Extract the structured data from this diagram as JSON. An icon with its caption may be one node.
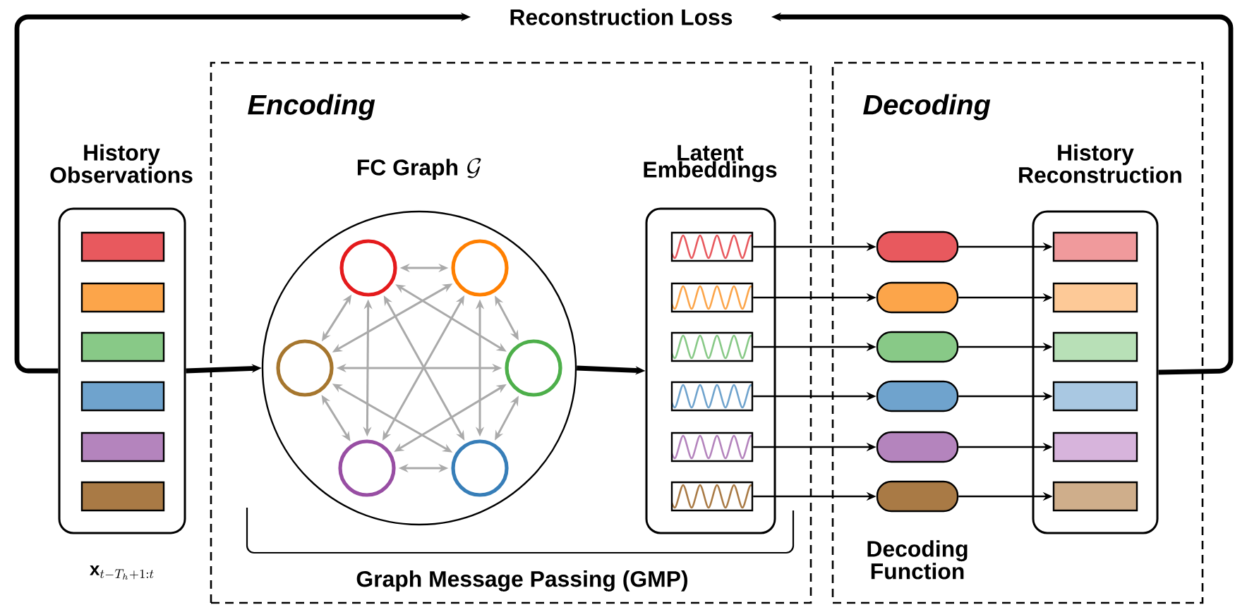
{
  "diagram": {
    "nodes": [
      {
        "text": [
          "Reconstruction Loss"
        ]
      },
      {
        "text": [
          "Encoding"
        ]
      },
      {
        "text": [
          "Decoding"
        ]
      },
      {
        "text": [
          "History Observations"
        ],
        "beside": [
          "\\mathbf{x}_{t-T_h+1:t}"
        ]
      },
      {
        "text": [],
        "shape": "box",
        "in": 3
      },
      {
        "text": [],
        "shape": "box",
        "in": 3
      },
      {
        "text": [],
        "shape": "box",
        "in": 3
      },
      {
        "text": [],
        "shape": "box",
        "in": 3
      },
      {
        "text": [],
        "shape": "box",
        "in": 3
      },
      {
        "text": [],
        "shape": "box",
        "in": 3
      },
      {
        "text": [
          "FC Graph"
        ],
        "beside": [
          "\\mathcal{G}"
        ],
        "in": 1
      },
      {
        "text": [],
        "shape": "circle",
        "in": 10
      },
      {
        "text": [],
        "shape": "circle",
        "in": 10
      },
      {
        "text": [],
        "shape": "circle",
        "in": 10
      },
      {
        "text": [],
        "shape": "circle",
        "in": 10
      },
      {
        "text": [],
        "shape": "circle",
        "in": 10
      },
      {
        "text": [],
        "shape": "circle",
        "in": 10
      },
      {
        "text": [
          "Latent Embeddings"
        ],
        "in": 1
      },
      {
        "text": [],
        "shape": "box",
        "in": 17
      },
      {
        "text": [],
        "shape": "box",
        "in": 17
      },
      {
        "text": [],
        "shape": "box",
        "in": 17
      },
      {
        "text": [],
        "shape": "box",
        "in": 17
      },
      {
        "text": [],
        "shape": "box",
        "in": 17
      },
      {
        "text": [],
        "shape": "box",
        "in": 17
      },
      {
        "text": [],
        "shape": "box",
        "in": 2
      },
      {
        "text": [],
        "shape": "box",
        "in": 2
      },
      {
        "text": [],
        "shape": "box",
        "in": 2
      },
      {
        "text": [],
        "shape": "box",
        "in": 2
      },
      {
        "text": [],
        "shape": "box",
        "in": 2
      },
      {
        "text": [],
        "shape": "box",
        "in": 2
      },
      {
        "text": [
          "History Reconstruction"
        ],
        "in": 2
      },
      {
        "text": [],
        "shape": "box",
        "in": 30
      },
      {
        "text": [],
        "shape": "box",
        "in": 30
      },
      {
        "text": [],
        "shape": "box",
        "in": 30
      },
      {
        "text": [],
        "shape": "box",
        "in": 30
      },
      {
        "text": [],
        "shape": "box",
        "in": 30
      },
      {
        "text": [],
        "shape": "box",
        "in": 30
      }
    ],
    "edges": [
      {
        "from": 3,
        "to": 0,
        "arrow": "to",
        "style": "thick"
      },
      {
        "from": 30,
        "to": 0,
        "arrow": "to",
        "style": "thick"
      },
      {
        "from": 3,
        "to": 10,
        "arrow": "to",
        "style": "thick"
      },
      {
        "from": 10,
        "to": 17,
        "arrow": "to",
        "style": "thick"
      },
      {
        "from": 11,
        "to": 12,
        "arrow": "both",
        "color": "#aaaaaa"
      },
      {
        "from": 11,
        "to": 13,
        "arrow": "both",
        "color": "#aaaaaa"
      },
      {
        "from": 11,
        "to": 14,
        "arrow": "both",
        "color": "#aaaaaa"
      },
      {
        "from": 11,
        "to": 15,
        "arrow": "both",
        "color": "#aaaaaa"
      },
      {
        "from": 11,
        "to": 16,
        "arrow": "both",
        "color": "#aaaaaa"
      },
      {
        "from": 12,
        "to": 13,
        "arrow": "both",
        "color": "#aaaaaa"
      },
      {
        "from": 12,
        "to": 14,
        "arrow": "both",
        "color": "#aaaaaa"
      },
      {
        "from": 12,
        "to": 15,
        "arrow": "both",
        "color": "#aaaaaa"
      },
      {
        "from": 12,
        "to": 16,
        "arrow": "both",
        "color": "#aaaaaa"
      },
      {
        "from": 13,
        "to": 14,
        "arrow": "both",
        "color": "#aaaaaa"
      },
      {
        "from": 13,
        "to": 15,
        "arrow": "both",
        "color": "#aaaaaa"
      },
      {
        "from": 13,
        "to": 16,
        "arrow": "both",
        "color": "#aaaaaa"
      },
      {
        "from": 14,
        "to": 15,
        "arrow": "both",
        "color": "#aaaaaa"
      },
      {
        "from": 14,
        "to": 16,
        "arrow": "both",
        "color": "#aaaaaa"
      },
      {
        "from": 15,
        "to": 16,
        "arrow": "both",
        "color": "#aaaaaa"
      },
      {
        "from": 18,
        "to": 24,
        "arrow": "to"
      },
      {
        "from": 19,
        "to": 25,
        "arrow": "to"
      },
      {
        "from": 20,
        "to": 26,
        "arrow": "to"
      },
      {
        "from": 21,
        "to": 27,
        "arrow": "to"
      },
      {
        "from": 22,
        "to": 28,
        "arrow": "to"
      },
      {
        "from": 23,
        "to": 29,
        "arrow": "to"
      },
      {
        "from": 24,
        "to": 31,
        "arrow": "to"
      },
      {
        "from": 25,
        "to": 32,
        "arrow": "to"
      },
      {
        "from": 26,
        "to": 33,
        "arrow": "to"
      },
      {
        "from": 27,
        "to": 34,
        "arrow": "to"
      },
      {
        "from": 28,
        "to": 35,
        "arrow": "to"
      },
      {
        "from": 29,
        "to": 36,
        "arrow": "to"
      }
    ],
    "labels": [
      "Graph Message Passing (GMP)",
      "Decoding Function"
    ]
  }
}
